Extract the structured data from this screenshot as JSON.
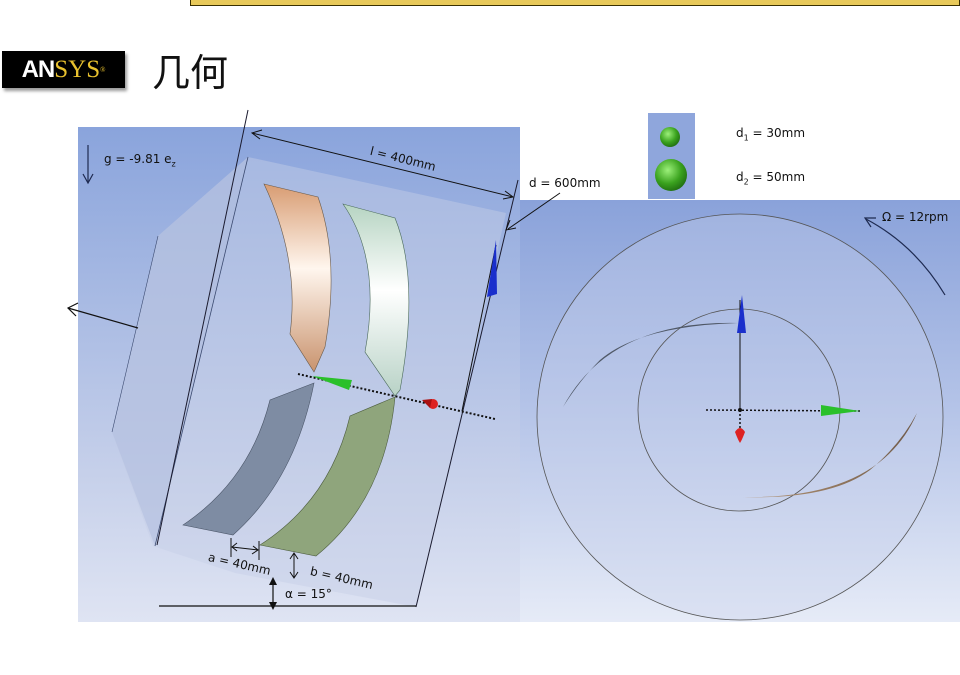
{
  "header": {
    "logo_main": "AN",
    "logo_accent": "SYS",
    "logo_reg": "®",
    "title": "几何"
  },
  "colors": {
    "accent_bar": "#e8c95a",
    "logo_bg": "#000000",
    "logo_yellow": "#e8c12e",
    "viewport_top": "#8aa4dc",
    "axis_x": "#22bb22",
    "axis_y": "#1a2fcc",
    "axis_z": "#dd2222",
    "blade_orange": "#d9a882",
    "blade_green": "#c3dccf",
    "blade_gray": "#7a8aa0",
    "blade_olive": "#8fa47a"
  },
  "left_view": {
    "gravity_label": "g = -9.81 e",
    "gravity_sub": "z",
    "length_label": "l = 400mm",
    "diameter_label": "d = 600mm",
    "gap_a_label": "a = 40mm",
    "gap_b_label": "b = 40mm",
    "angle_label": "α = 15°"
  },
  "legend": {
    "items": [
      {
        "symbol": "d",
        "sub": "1",
        "value": " = 30mm"
      },
      {
        "symbol": "d",
        "sub": "2",
        "value": " = 50mm"
      }
    ]
  },
  "right_view": {
    "rotation_label": "Ω = 12rpm"
  }
}
